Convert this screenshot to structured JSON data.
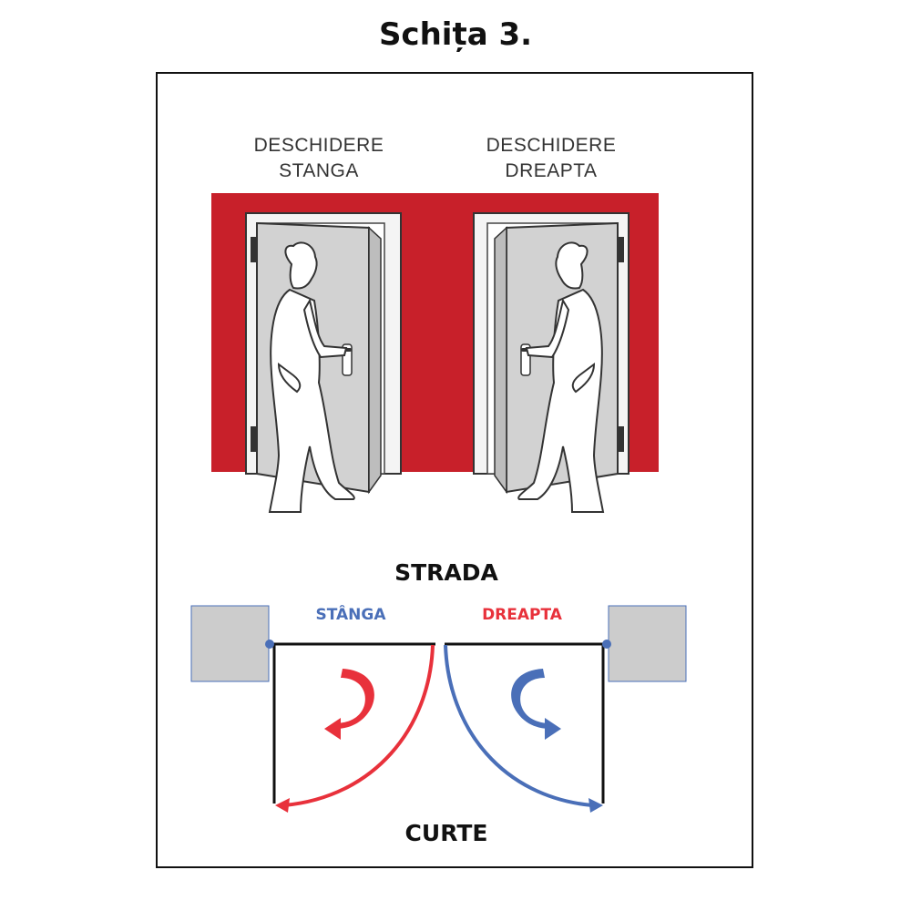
{
  "title": "Schița 3.",
  "illustration": {
    "left_label": [
      "DESCHIDERE",
      "STANGA"
    ],
    "right_label": [
      "DESCHIDERE",
      "DREAPTA"
    ]
  },
  "plan": {
    "top_label": "STRADA",
    "bottom_label": "CURTE",
    "left_door_label": "STÂNGA",
    "right_door_label": "DREAPTA"
  },
  "colors": {
    "wall_red": "#c8202a",
    "door_gray": "#cccccc",
    "arrow_red": "#e8313b",
    "arrow_blue": "#4a6fb8"
  }
}
